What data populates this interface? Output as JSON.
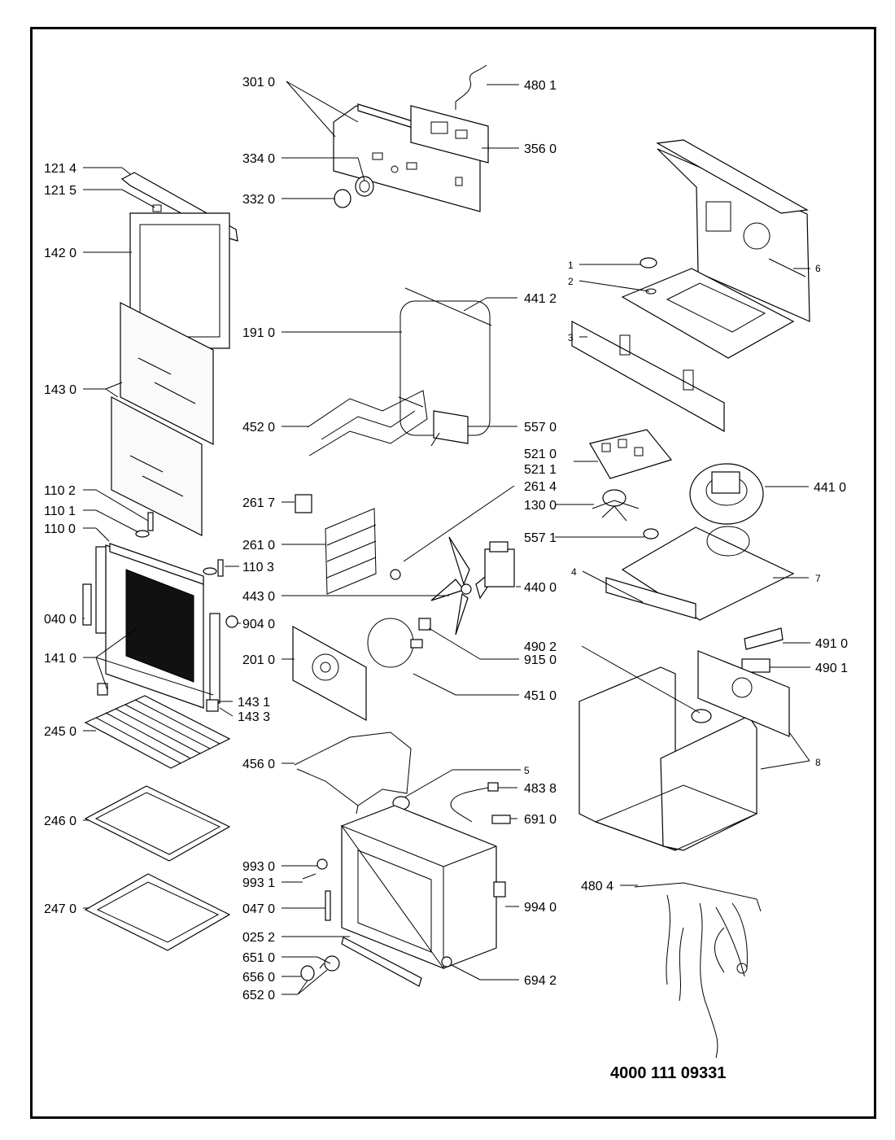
{
  "document_number": "4000 111 09331",
  "callouts": [
    {
      "id": "c3010",
      "label": "301 0"
    },
    {
      "id": "c4801",
      "label": "480 1"
    },
    {
      "id": "c3560",
      "label": "356 0"
    },
    {
      "id": "c3340",
      "label": "334 0"
    },
    {
      "id": "c3320",
      "label": "332 0"
    },
    {
      "id": "c1214",
      "label": "121 4"
    },
    {
      "id": "c1215",
      "label": "121 5"
    },
    {
      "id": "c1420",
      "label": "142 0"
    },
    {
      "id": "c4412",
      "label": "441 2"
    },
    {
      "id": "c1910",
      "label": "191 0"
    },
    {
      "id": "c1430",
      "label": "143 0"
    },
    {
      "id": "c4520",
      "label": "452 0"
    },
    {
      "id": "c5570",
      "label": "557 0"
    },
    {
      "id": "c5210",
      "label": "521 0"
    },
    {
      "id": "c5211",
      "label": "521 1"
    },
    {
      "id": "c2617",
      "label": "261 7"
    },
    {
      "id": "c2614",
      "label": "261 4"
    },
    {
      "id": "c1300",
      "label": "130 0"
    },
    {
      "id": "c4410",
      "label": "441 0"
    },
    {
      "id": "c5571",
      "label": "557 1"
    },
    {
      "id": "c1102",
      "label": "110 2"
    },
    {
      "id": "c1101",
      "label": "110 1"
    },
    {
      "id": "c1100",
      "label": "110 0"
    },
    {
      "id": "c2610",
      "label": "261 0"
    },
    {
      "id": "c1103",
      "label": "110 3"
    },
    {
      "id": "c4430",
      "label": "443 0"
    },
    {
      "id": "c4400",
      "label": "440 0"
    },
    {
      "id": "c0400",
      "label": "040 0"
    },
    {
      "id": "c9040",
      "label": "904 0"
    },
    {
      "id": "c1410",
      "label": "141 0"
    },
    {
      "id": "c2010",
      "label": "201 0"
    },
    {
      "id": "c4902",
      "label": "490 2"
    },
    {
      "id": "c9150",
      "label": "915 0"
    },
    {
      "id": "c4910",
      "label": "491 0"
    },
    {
      "id": "c4901",
      "label": "490 1"
    },
    {
      "id": "c4510",
      "label": "451 0"
    },
    {
      "id": "c1431",
      "label": "143 1"
    },
    {
      "id": "c1433",
      "label": "143 3"
    },
    {
      "id": "c2450",
      "label": "245 0"
    },
    {
      "id": "c4560",
      "label": "456 0"
    },
    {
      "id": "c2460",
      "label": "246 0"
    },
    {
      "id": "c4838",
      "label": "483 8"
    },
    {
      "id": "c6910",
      "label": "691 0"
    },
    {
      "id": "c9930",
      "label": "993 0"
    },
    {
      "id": "c9931",
      "label": "993 1"
    },
    {
      "id": "c4804",
      "label": "480 4"
    },
    {
      "id": "c2470",
      "label": "247 0"
    },
    {
      "id": "c0470",
      "label": "047 0"
    },
    {
      "id": "c9940",
      "label": "994 0"
    },
    {
      "id": "c0252",
      "label": "025 2"
    },
    {
      "id": "c6510",
      "label": "651 0"
    },
    {
      "id": "c6560",
      "label": "656 0"
    },
    {
      "id": "c6520",
      "label": "652 0"
    },
    {
      "id": "c6942",
      "label": "694 2"
    },
    {
      "id": "n1",
      "label": "1"
    },
    {
      "id": "n2",
      "label": "2"
    },
    {
      "id": "n3",
      "label": "3"
    },
    {
      "id": "n4",
      "label": "4"
    },
    {
      "id": "n5",
      "label": "5"
    },
    {
      "id": "n6",
      "label": "6"
    },
    {
      "id": "n7",
      "label": "7"
    },
    {
      "id": "n8",
      "label": "8"
    }
  ]
}
